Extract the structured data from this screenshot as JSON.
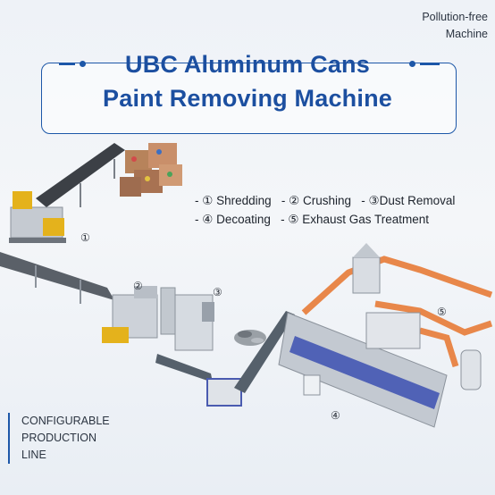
{
  "corner_note": {
    "line1": "Pollution-free",
    "line2": "Machine"
  },
  "title": {
    "line1": "UBC Aluminum Cans",
    "line2": "Paint Removing Machine"
  },
  "process_steps": {
    "row1": "- ① Shredding   - ② Crushing   - ③Dust Removal",
    "row2": "- ④ Decoating   - ⑤ Exhaust Gas Treatment"
  },
  "markers": [
    "①",
    "②",
    "③",
    "④",
    "⑤"
  ],
  "side_label": {
    "line1": "CONFIGURABLE",
    "line2": "PRODUCTION",
    "line3": "LINE"
  },
  "colors": {
    "accent": "#1d57a8",
    "pipe": "#e8874a",
    "machine": "#c9ced6",
    "motor": "#e4b21c",
    "frame": "#4a5bb0"
  }
}
